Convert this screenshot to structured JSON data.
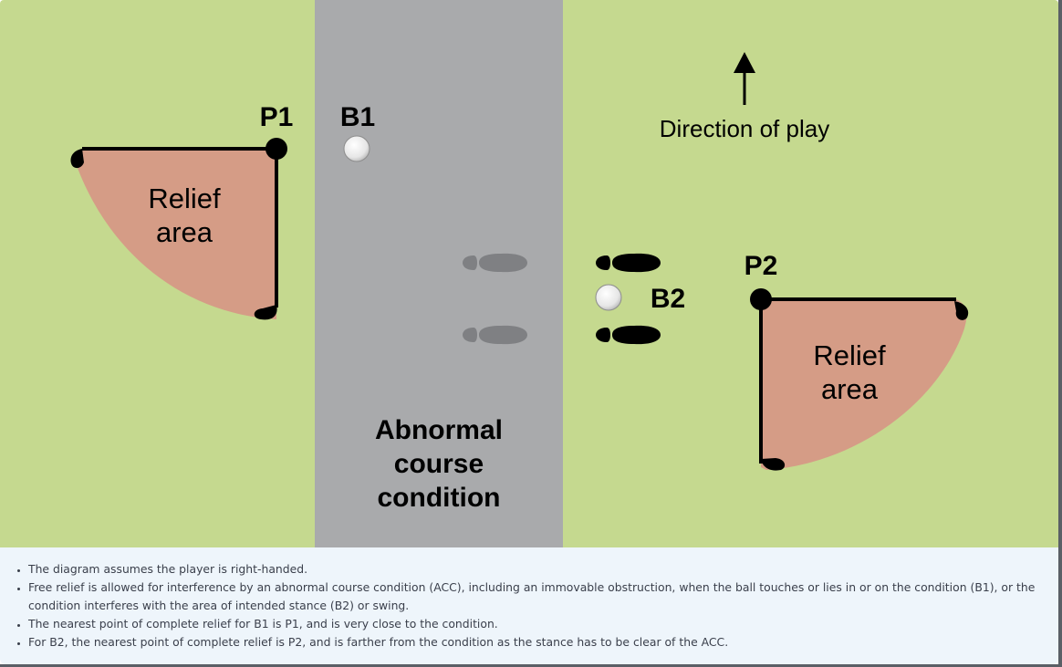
{
  "diagram": {
    "labels": {
      "p1": "P1",
      "b1": "B1",
      "p2": "P2",
      "b2": "B2",
      "relief_left_line1": "Relief",
      "relief_left_line2": "area",
      "relief_right_line1": "Relief",
      "relief_right_line2": "area",
      "acc_line1": "Abnormal",
      "acc_line2": "course",
      "acc_line3": "condition",
      "direction": "Direction of play"
    },
    "colors": {
      "grass": "#c5d98f",
      "acc": "#a9aaac",
      "relief": "#d59c86",
      "ink": "#000000",
      "footprint_gray": "#7f8083"
    },
    "icons": {
      "arrow": "up-arrow-icon",
      "ball": "golf-ball-icon",
      "footprint": "footprint-icon"
    }
  },
  "notes": [
    "The diagram assumes the player is right-handed.",
    "Free relief is allowed for interference by an abnormal course condition (ACC), including an immovable obstruction, when the ball touches or lies in or on the condition (B1), or the condition interferes with the area of intended stance (B2) or swing.",
    "The nearest point of complete relief for B1 is P1, and is very close to the condition.",
    "For B2, the nearest point of complete relief is P2, and is farther from the condition as the stance has to be clear of the ACC."
  ]
}
